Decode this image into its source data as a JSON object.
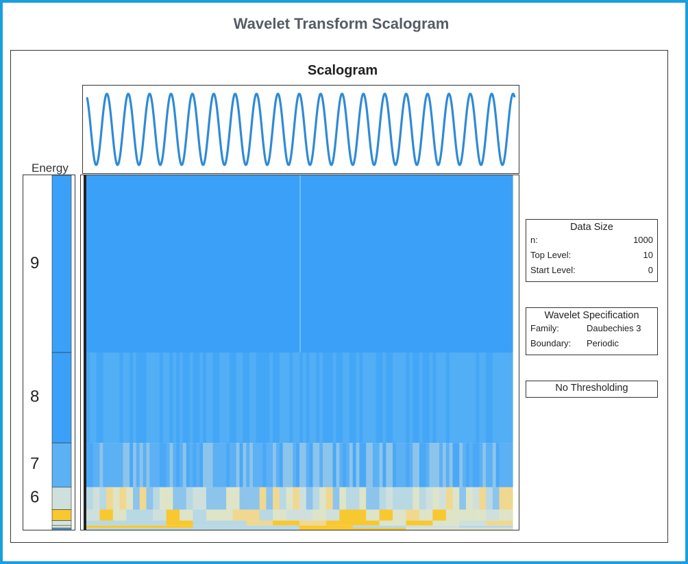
{
  "page": {
    "title": "Wavelet Transform Scalogram"
  },
  "chart_data": {
    "type": "heatmap",
    "title": "Scalogram",
    "energy_label": "Energy",
    "signal": {
      "type": "sine",
      "cycles": 20,
      "n": 1000,
      "amplitude": 1
    },
    "levels": [
      {
        "level": "9",
        "energy_share": 0.5,
        "color": "#3aa0f8"
      },
      {
        "level": "8",
        "energy_share": 0.255,
        "color": "#3aa0f8"
      },
      {
        "level": "7",
        "energy_share": 0.125,
        "color": "#5cb0f4"
      },
      {
        "level": "6",
        "energy_share": 0.063,
        "color": "#cfe0dc"
      },
      {
        "level": "",
        "energy_share": 0.031,
        "color": "#f8c830"
      },
      {
        "level": "",
        "energy_share": 0.014,
        "color": "#cfe4e4"
      },
      {
        "level": "",
        "energy_share": 0.007,
        "color": "#dde4c8"
      },
      {
        "level": "",
        "energy_share": 0.005,
        "color": "#5aaae8"
      }
    ],
    "colors": {
      "high": "#3aa0f8",
      "mid": "#8cc8f0",
      "low": "#f8c830",
      "border": "#1a9ee0",
      "signal": "#2f8ad6"
    }
  },
  "data_size": {
    "title": "Data Size",
    "rows": [
      {
        "label": "n:",
        "value": "1000"
      },
      {
        "label": "Top Level:",
        "value": "10"
      },
      {
        "label": "Start Level:",
        "value": "0"
      }
    ]
  },
  "wavelet_spec": {
    "title": "Wavelet Specification",
    "rows": [
      {
        "label": "Family:",
        "value": "Daubechies 3"
      },
      {
        "label": "Boundary:",
        "value": "Periodic"
      }
    ]
  },
  "thresholding": {
    "label": "No Thresholding"
  }
}
